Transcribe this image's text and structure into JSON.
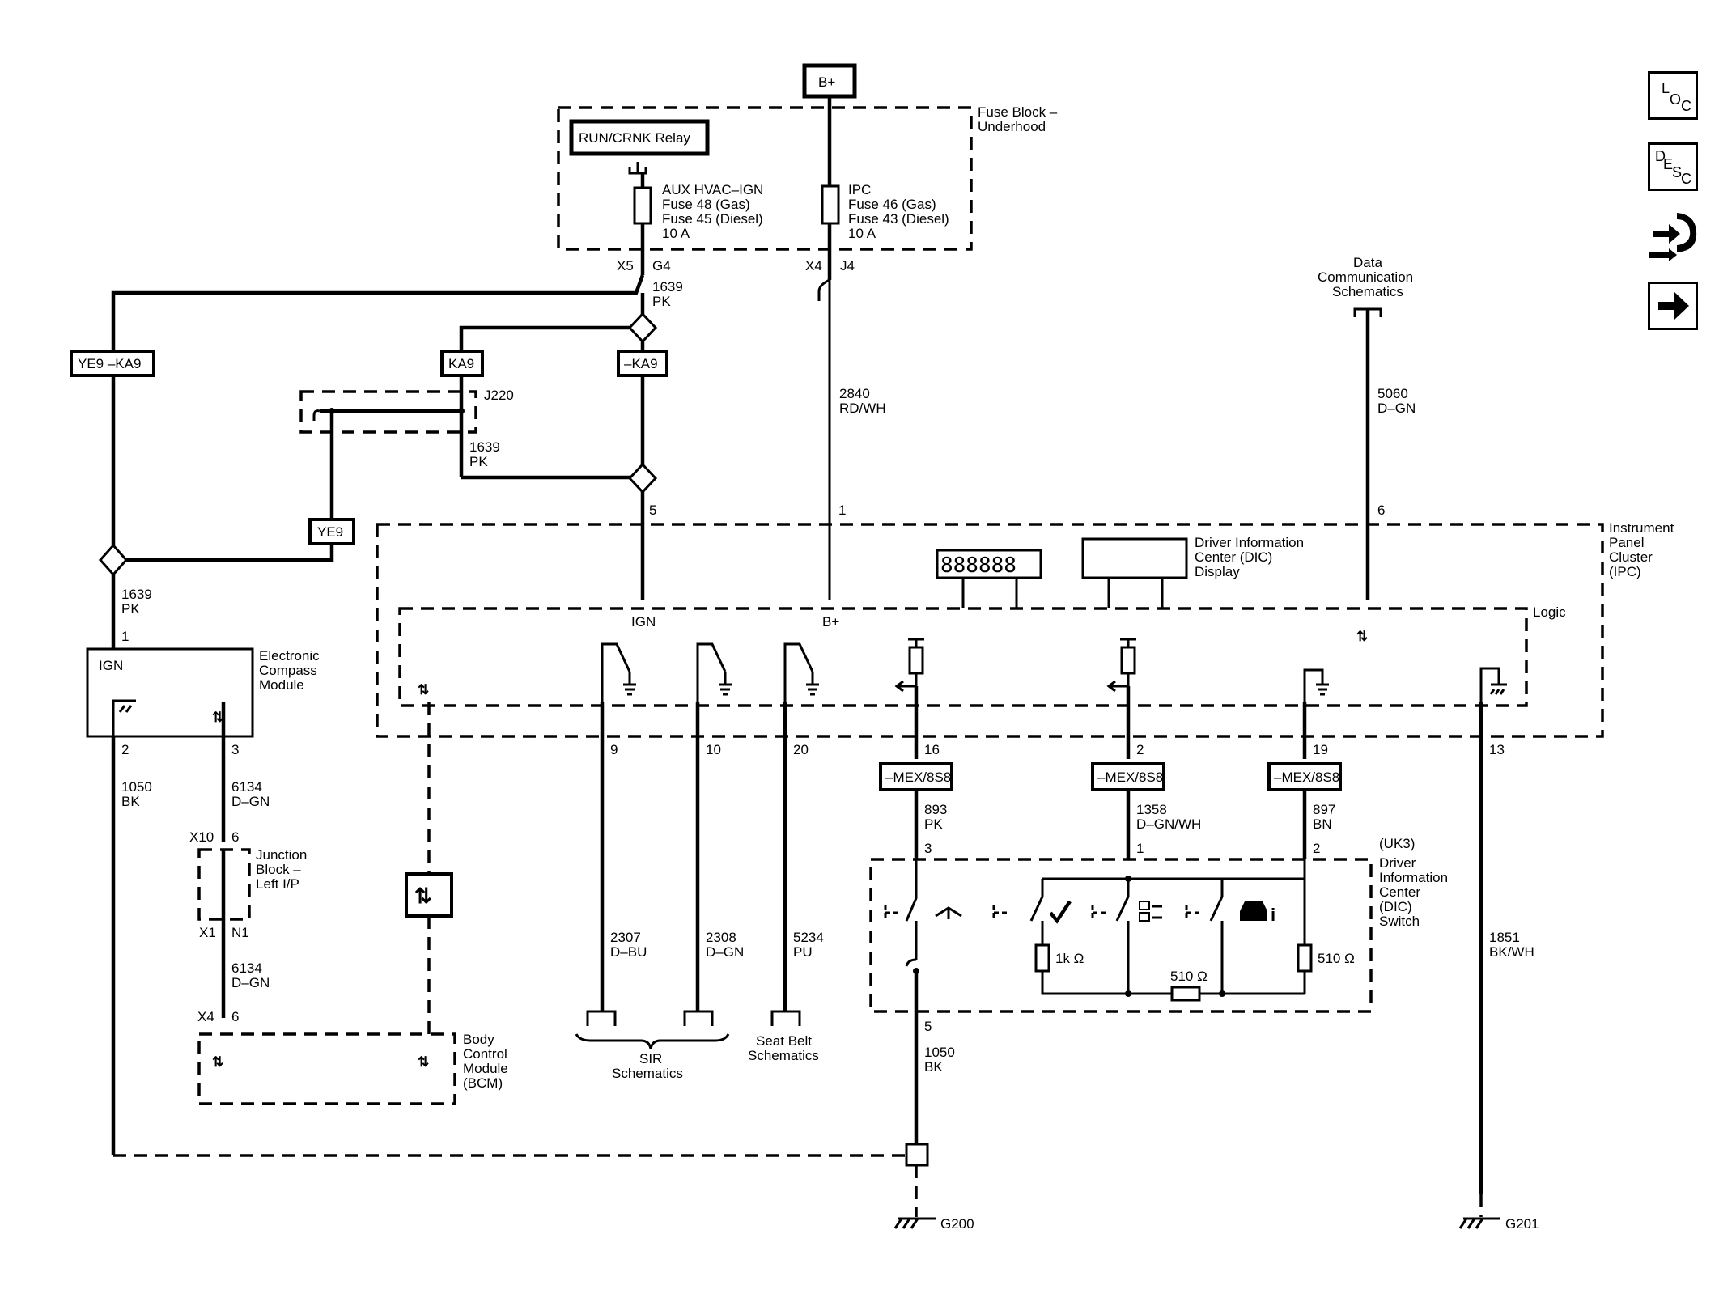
{
  "nav": {
    "loc": [
      "L",
      "O",
      "C"
    ],
    "desc": [
      "D",
      "E",
      "S",
      "C"
    ]
  },
  "power": {
    "b_plus": "B+"
  },
  "fuse_block": {
    "label": [
      "Fuse Block –",
      "Underhood"
    ],
    "relay": "RUN/CRNK Relay",
    "aux_fuse": [
      "AUX HVAC–IGN",
      "Fuse 48 (Gas)",
      "Fuse 45 (Diesel)",
      "10 A"
    ],
    "ipc_fuse": [
      "IPC",
      "Fuse 46 (Gas)",
      "Fuse 43 (Diesel)",
      "10 A"
    ],
    "conn_x5": "X5",
    "pin_g4": "G4",
    "conn_x4": "X4",
    "pin_j4": "J4"
  },
  "wires": {
    "w1639_top": [
      "1639",
      "PK"
    ],
    "w1639_mid": [
      "1639",
      "PK"
    ],
    "w1639_left": [
      "1639",
      "PK"
    ],
    "w2840": [
      "2840",
      "RD/WH"
    ],
    "w5060": [
      "5060",
      "D–GN"
    ],
    "w1050_left": [
      "1050",
      "BK"
    ],
    "w6134_a": [
      "6134",
      "D–GN"
    ],
    "w6134_b": [
      "6134",
      "D–GN"
    ],
    "w2307": [
      "2307",
      "D–BU"
    ],
    "w2308": [
      "2308",
      "D–GN"
    ],
    "w5234": [
      "5234",
      "PU"
    ],
    "w893": [
      "893",
      "PK"
    ],
    "w1358": [
      "1358",
      "D–GN/WH"
    ],
    "w897": [
      "897",
      "BN"
    ],
    "w1050_bottom": [
      "1050",
      "BK"
    ],
    "w1851": [
      "1851",
      "BK/WH"
    ]
  },
  "options": {
    "ye9_ka9": "YE9 –KA9",
    "ka9": "KA9",
    "not_ka9": "–KA9",
    "ye9": "YE9",
    "mex_16": "–MEX/8S8",
    "mex_2": "–MEX/8S8",
    "mex_19": "–MEX/8S8",
    "j220": "J220"
  },
  "data_comm": [
    "Data",
    "Communication",
    "Schematics"
  ],
  "ipc": {
    "label": [
      "Instrument",
      "Panel",
      "Cluster",
      "(IPC)"
    ],
    "logic": "Logic",
    "dic_display": [
      "Driver Information",
      "Center (DIC)",
      "Display"
    ],
    "pin_ign_in": "5",
    "pin_bplus_in": "1",
    "pin_data_in": "6",
    "ign": "IGN",
    "bplus": "B+",
    "pins_out": [
      "9",
      "10",
      "20",
      "16",
      "2",
      "19",
      "13"
    ]
  },
  "compass": {
    "label": [
      "Electronic",
      "Compass",
      "Module"
    ],
    "ign": "IGN",
    "pin_in": "1",
    "pin_gnd": "2",
    "pin_data": "3"
  },
  "junction_block": {
    "label": [
      "Junction",
      "Block –",
      "Left I/P"
    ],
    "x10": "X10",
    "pin6": "6",
    "x1": "X1",
    "n1": "N1"
  },
  "bcm": {
    "label": [
      "Body",
      "Control",
      "Module",
      "(BCM)"
    ],
    "x4": "X4",
    "pin6": "6"
  },
  "sir": [
    "SIR",
    "Schematics"
  ],
  "seatbelt": [
    "Seat Belt",
    "Schematics"
  ],
  "dic_switch": {
    "label": [
      "(UK3)",
      "Driver",
      "Information",
      "Center",
      "(DIC)",
      "Switch"
    ],
    "pin3": "3",
    "pin1": "1",
    "pin2": "2",
    "pin5": "5",
    "r1k": "1k Ω",
    "r510a": "510 Ω",
    "r510b": "510 Ω"
  },
  "grounds": {
    "g200": "G200",
    "g201": "G201"
  }
}
